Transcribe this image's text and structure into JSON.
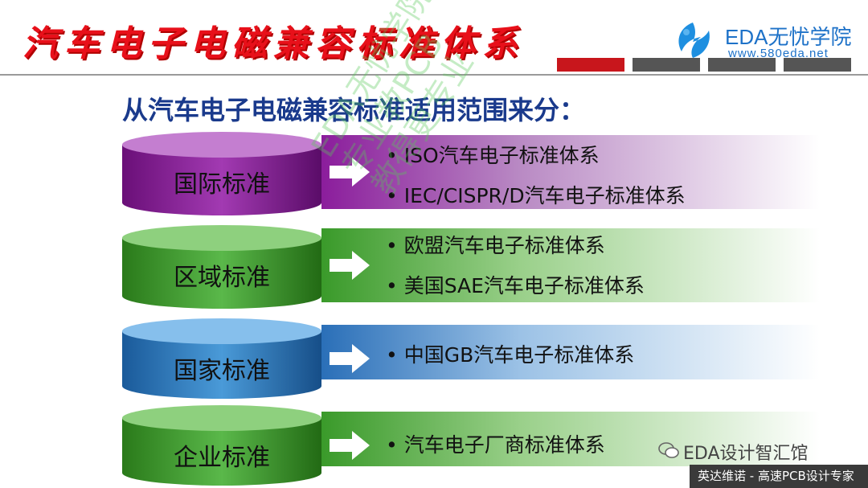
{
  "header": {
    "title": "汽车电子电磁兼容标准体系",
    "brand_name": "EDA无忧学院",
    "brand_url": "www.580eda.net"
  },
  "subtitle": "从汽车电子电磁兼容标准适用范围来分：",
  "categories": [
    {
      "label": "国际标准",
      "items": [
        "ISO汽车电子标准体系",
        "IEC/CISPR/D汽车电子标准体系"
      ]
    },
    {
      "label": "区域标准",
      "items": [
        "欧盟汽车电子标准体系",
        "美国SAE汽车电子标准体系"
      ]
    },
    {
      "label": "国家标准",
      "items": [
        "中国GB汽车电子标准体系"
      ]
    },
    {
      "label": "企业标准",
      "items": [
        "汽车电子厂商标准体系"
      ]
    }
  ],
  "watermark": [
    "EDA无忧学院",
    "专业教PCB",
    "教得更专业"
  ],
  "footer": {
    "account_name": "EDA设计智汇馆",
    "slogan": "英达维诺 - 高速PCB设计专家"
  },
  "colors": {
    "title_red": "#e8101a",
    "brand_blue": "#1e72c8",
    "subtitle_blue": "#1a3a8c",
    "purple": "#8b1d9c",
    "green": "#3a9a2a",
    "blue": "#2a6fb8"
  }
}
